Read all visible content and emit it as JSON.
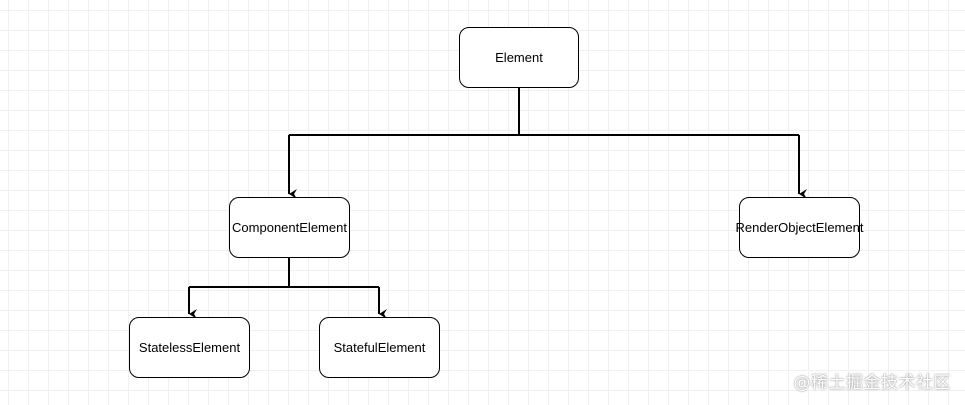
{
  "diagram": {
    "nodes": {
      "element": "Element",
      "component_element": "ComponentElement",
      "render_object_element": "RenderObjectElement",
      "stateless_element": "StatelessElement",
      "stateful_element": "StatefulElement"
    },
    "edges": [
      {
        "from": "element",
        "to": "component_element"
      },
      {
        "from": "element",
        "to": "render_object_element"
      },
      {
        "from": "component_element",
        "to": "stateless_element"
      },
      {
        "from": "component_element",
        "to": "stateful_element"
      }
    ]
  },
  "watermark": "@稀土掘金技术社区"
}
